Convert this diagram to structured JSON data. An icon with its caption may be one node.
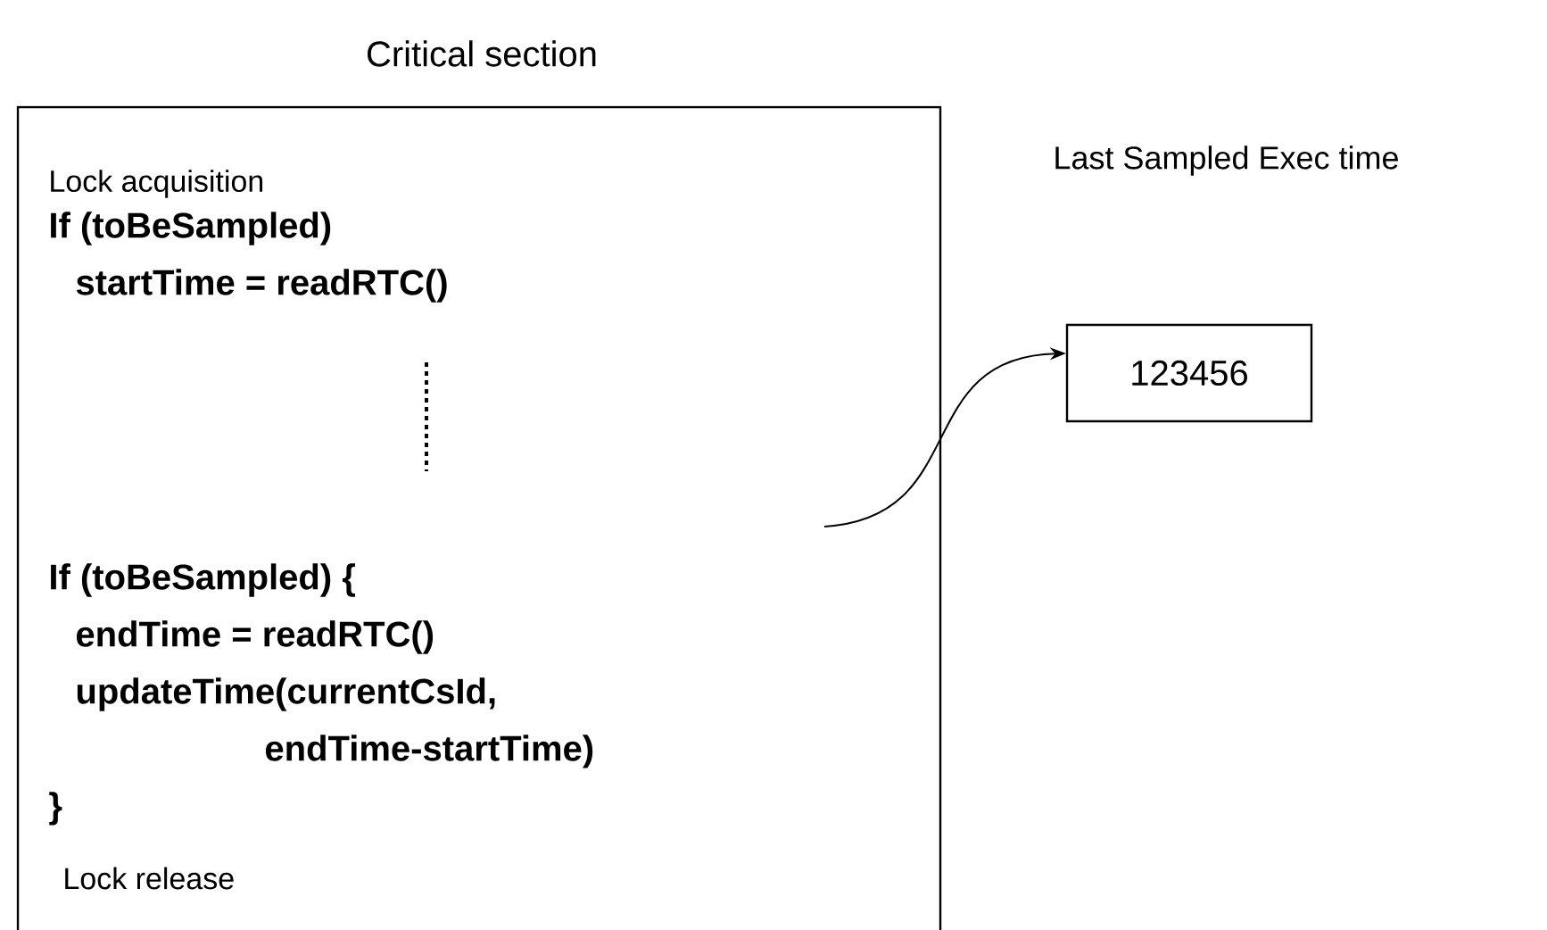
{
  "diagram": {
    "nodes": [
      {
        "text": [
          "Critical section",
          "Lock acquisition",
          "If (toBeSampled)",
          "startTime = readRTC()",
          "If (toBeSampled) {",
          "endTime = readRTC()",
          "updateTime(currentCsId,",
          "endTime-startTime)",
          "}",
          "Lock release"
        ]
      },
      {
        "text": [
          "123456"
        ]
      }
    ],
    "edges": [
      {
        "from": null,
        "to": 1,
        "arrow": "to"
      }
    ],
    "labels": [
      "Last Sampled Exec time"
    ]
  }
}
